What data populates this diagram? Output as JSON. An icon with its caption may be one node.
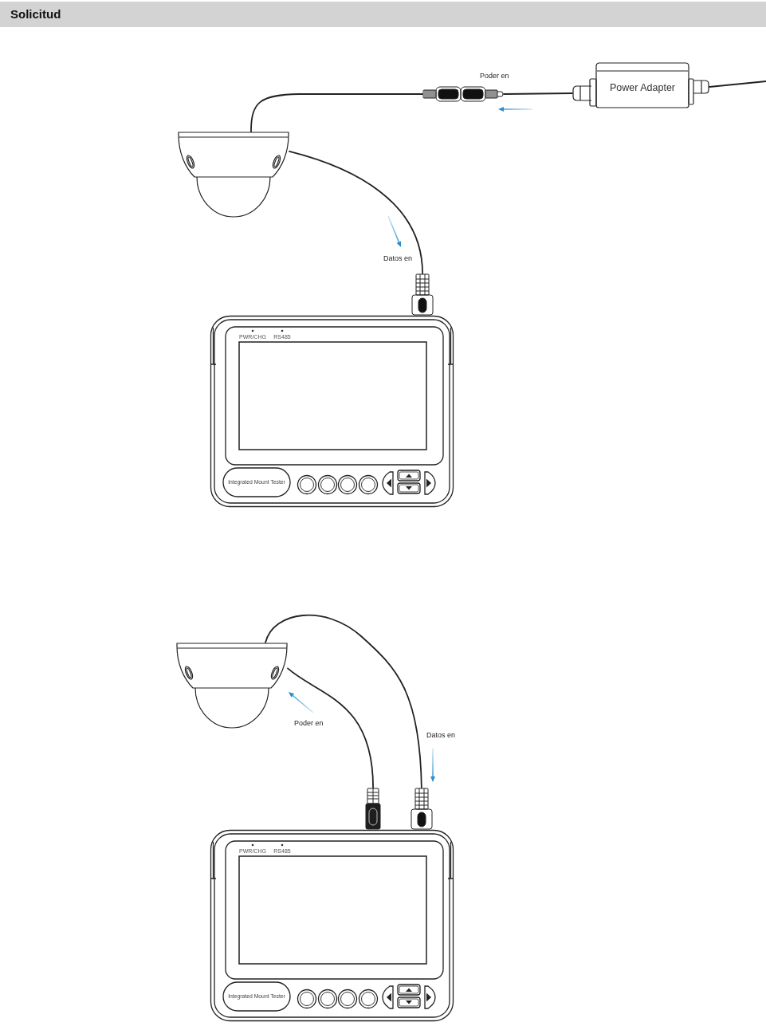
{
  "diagram": {
    "title": "Solicitud",
    "nodes": [
      {
        "text": [
          "Power Adapter"
        ]
      },
      {
        "text": [],
        "shape": "picture"
      },
      {
        "text": [],
        "shape": "picture"
      },
      {
        "text": [
          "PWR/CHG",
          "RS485",
          "Integrated Mount Tester"
        ]
      },
      {
        "text": [],
        "shape": "picture"
      },
      {
        "text": [
          "PWR/CHG",
          "RS485",
          "Integrated Mount Tester"
        ]
      }
    ],
    "edges": [
      {
        "from": 2,
        "to": 1,
        "arrow": "none"
      },
      {
        "from": 1,
        "to": 0,
        "arrow": "none",
        "label": "Poder en"
      },
      {
        "from": 0,
        "to": null,
        "arrow": "none"
      },
      {
        "from": 2,
        "to": 3,
        "arrow": "none",
        "label": "Datos en"
      },
      {
        "from": 4,
        "to": 5,
        "arrow": "none",
        "label": "Poder en"
      },
      {
        "from": 4,
        "to": 5,
        "arrow": "none",
        "label": "Datos en"
      }
    ]
  }
}
